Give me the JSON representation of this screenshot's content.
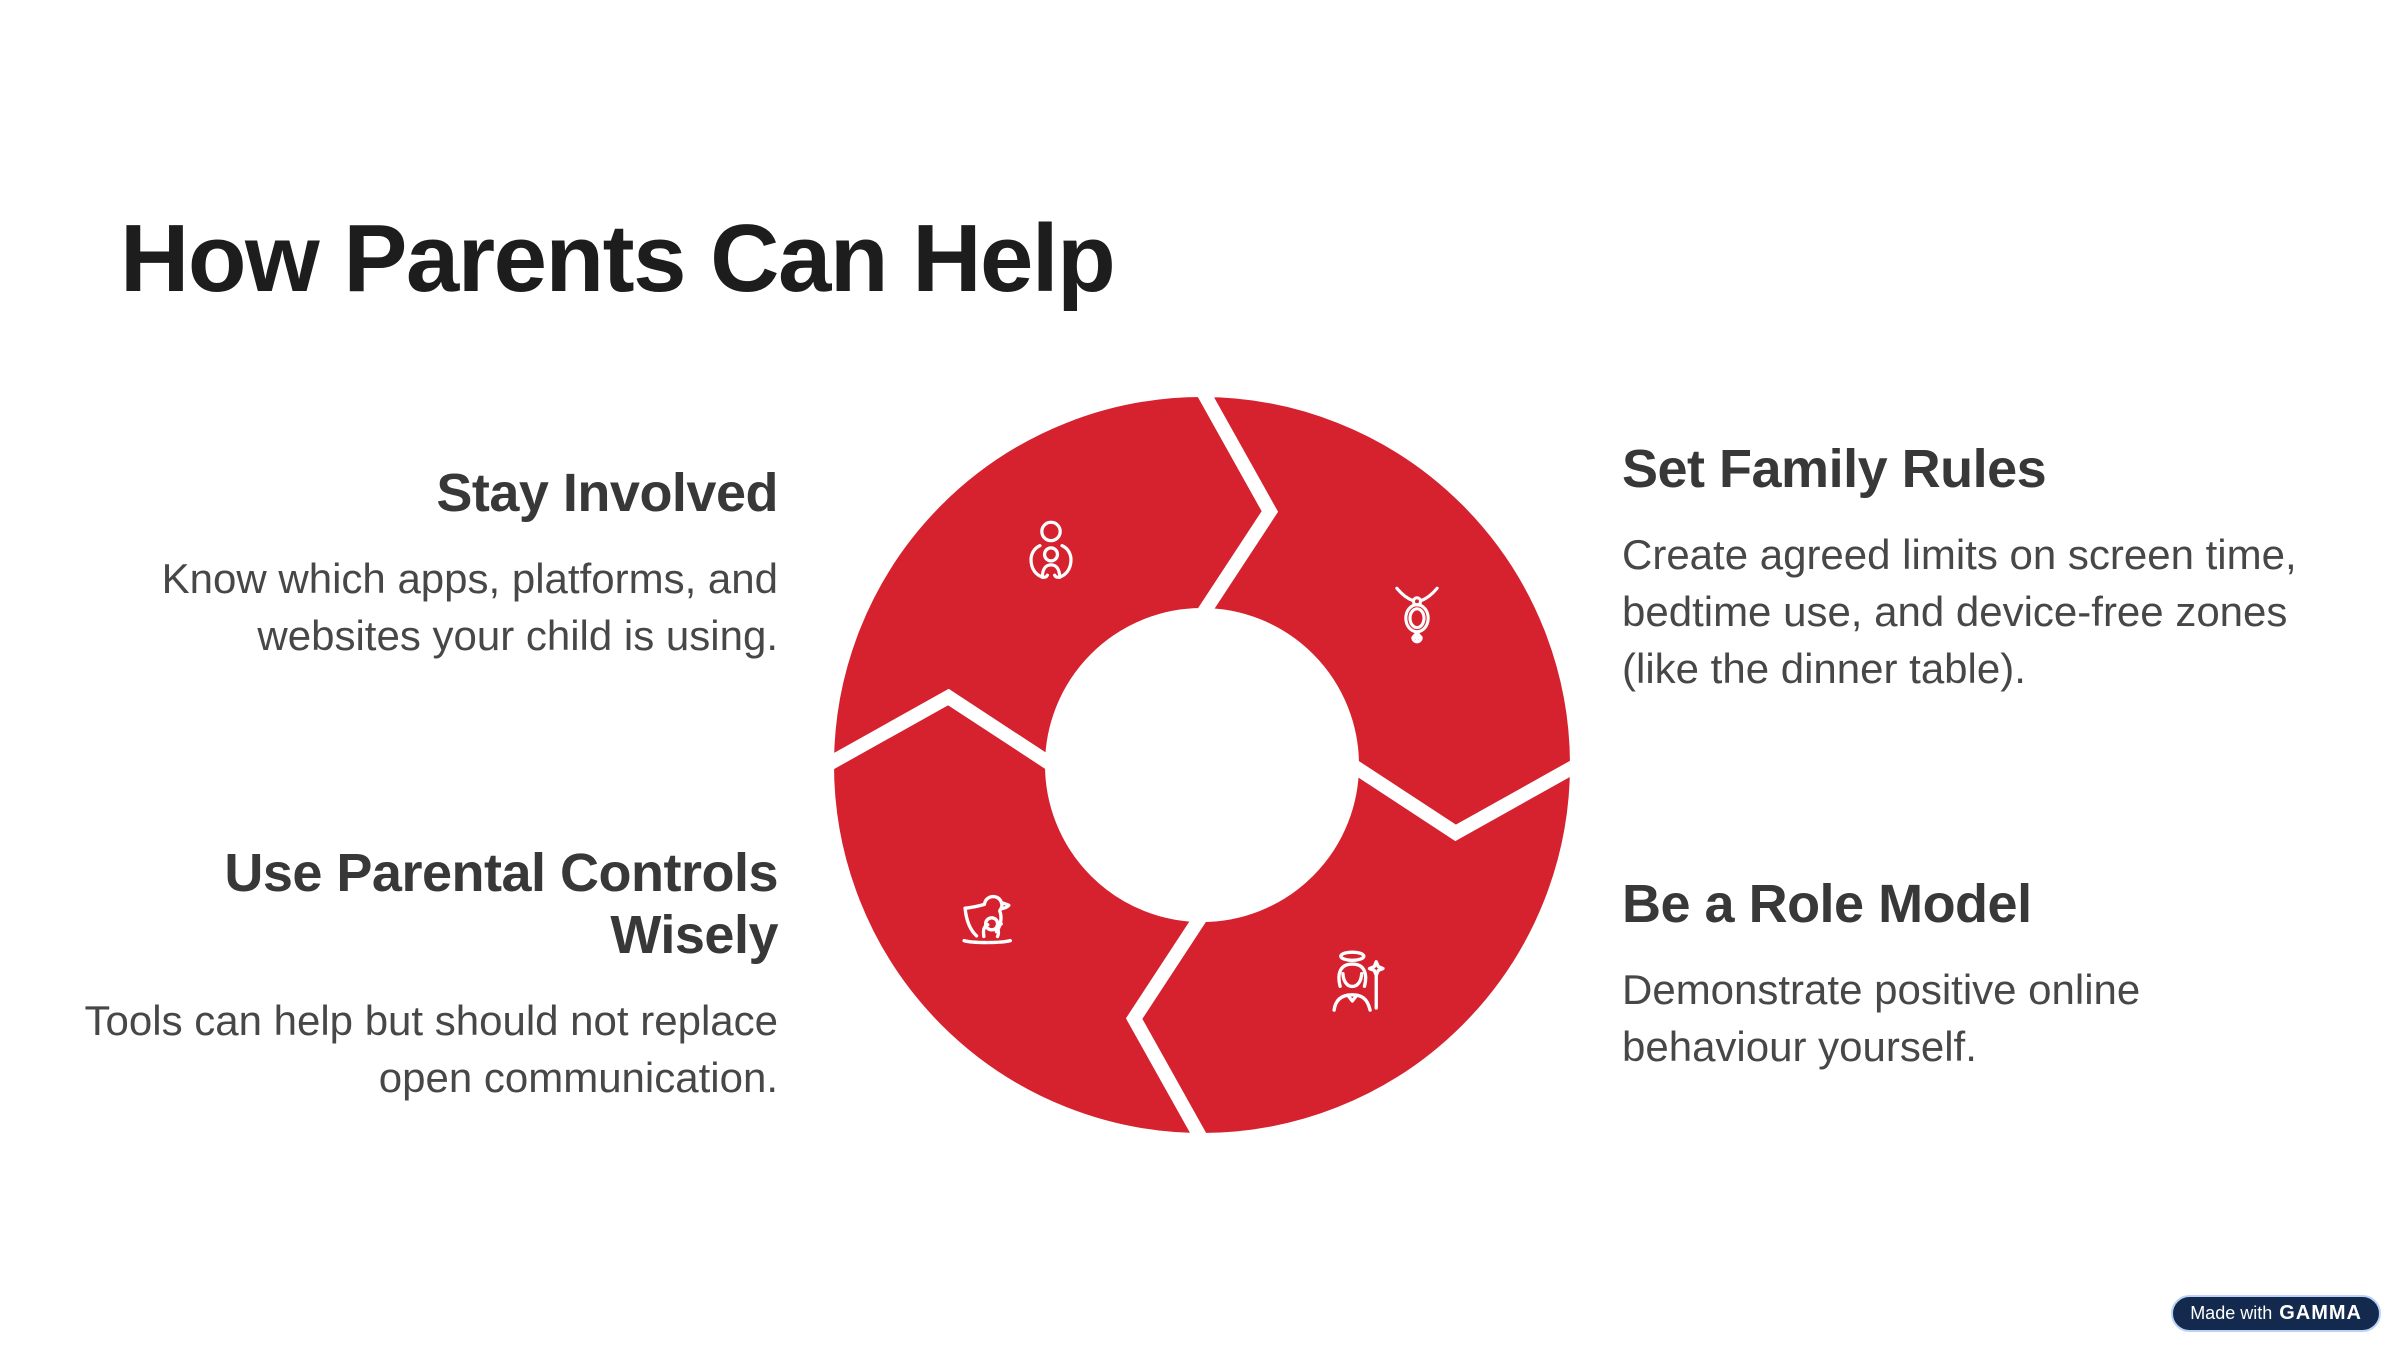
{
  "slide": {
    "title": "How Parents Can Help",
    "blocks": [
      {
        "id": "stay-involved",
        "position": "top-left",
        "heading_lines": [
          "Stay Involved"
        ],
        "body_lines": [
          "Know which apps, platforms, and",
          "websites your child is using."
        ],
        "icon": "parent-child-icon"
      },
      {
        "id": "set-family-rules",
        "position": "top-right",
        "heading_lines": [
          "Set Family Rules"
        ],
        "body_lines": [
          "Create agreed limits on screen time,",
          "bedtime use, and device-free zones",
          "(like the dinner table)."
        ],
        "icon": "pendant-icon"
      },
      {
        "id": "use-parental-controls-wisely",
        "position": "bottom-left",
        "heading_lines": [
          "Use Parental Controls",
          "Wisely"
        ],
        "body_lines": [
          "Tools can help but should not replace",
          "open communication."
        ],
        "icon": "duck-icon"
      },
      {
        "id": "be-a-role-model",
        "position": "bottom-right",
        "heading_lines": [
          "Be a Role Model"
        ],
        "body_lines": [
          "Demonstrate positive online",
          "behaviour yourself."
        ],
        "icon": "angel-icon"
      }
    ],
    "diagram": {
      "type": "cycle",
      "direction": "clockwise",
      "segment_count": 4,
      "segment_icons": [
        "parent-child-icon",
        "pendant-icon",
        "duck-icon",
        "angel-icon"
      ]
    },
    "badge": {
      "prefix": "Made with",
      "brand": "GAMMA"
    },
    "colors": {
      "accent": "#D6212F",
      "title": "#1D1D1D",
      "heading": "#383838",
      "body": "#474747",
      "badge_bg": "#13294E",
      "badge_border": "#B9D2F5",
      "badge_text": "#FFFFFF"
    }
  }
}
